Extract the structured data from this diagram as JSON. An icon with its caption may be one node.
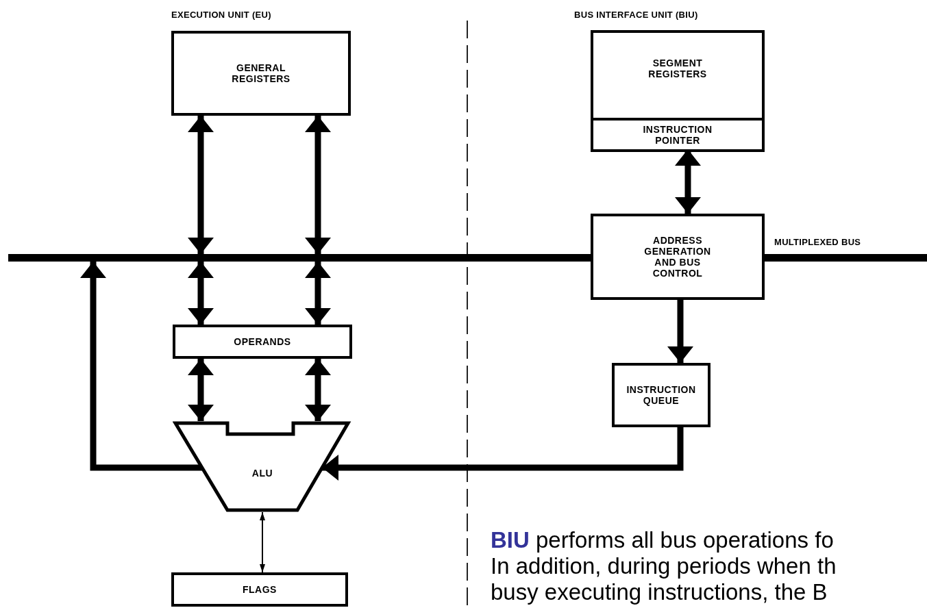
{
  "diagram": {
    "nodes": [
      {
        "text": [
          "GENERAL REGISTERS"
        ]
      },
      {
        "text": [
          "SEGMENT REGISTERS"
        ]
      },
      {
        "text": [
          "INSTRUCTION POINTER"
        ],
        "in": 1
      },
      {
        "text": [
          "ADDRESS GENERATION AND BUS CONTROL"
        ]
      },
      {
        "text": [],
        "shape": "bar"
      },
      {
        "text": [
          "OPERANDS"
        ]
      },
      {
        "text": [
          "ALU"
        ]
      },
      {
        "text": [
          "INSTRUCTION QUEUE"
        ]
      },
      {
        "text": [
          "FLAGS"
        ]
      }
    ],
    "edges": [
      {
        "from": 0,
        "to": 4,
        "arrow": "both"
      },
      {
        "from": 0,
        "to": 4,
        "arrow": "both"
      },
      {
        "from": 4,
        "to": 5,
        "arrow": "both"
      },
      {
        "from": 4,
        "to": 5,
        "arrow": "both"
      },
      {
        "from": 5,
        "to": 6,
        "arrow": "both"
      },
      {
        "from": 5,
        "to": 6,
        "arrow": "both"
      },
      {
        "from": 2,
        "to": 3,
        "arrow": "both"
      },
      {
        "from": 3,
        "to": 7,
        "arrow": "to"
      },
      {
        "from": 7,
        "to": 6,
        "arrow": "to"
      },
      {
        "from": 6,
        "to": 4,
        "arrow": "to"
      },
      {
        "from": 6,
        "to": 8,
        "arrow": "both"
      }
    ],
    "labels": [
      "EXECUTION UNIT (EU)",
      "BUS INTERFACE UNIT (BIU)",
      "MULTIPLEXED BUS",
      "**BIU** performs all bus operations fo",
      "In addition, during periods when th",
      "busy executing instructions, the B"
    ]
  }
}
